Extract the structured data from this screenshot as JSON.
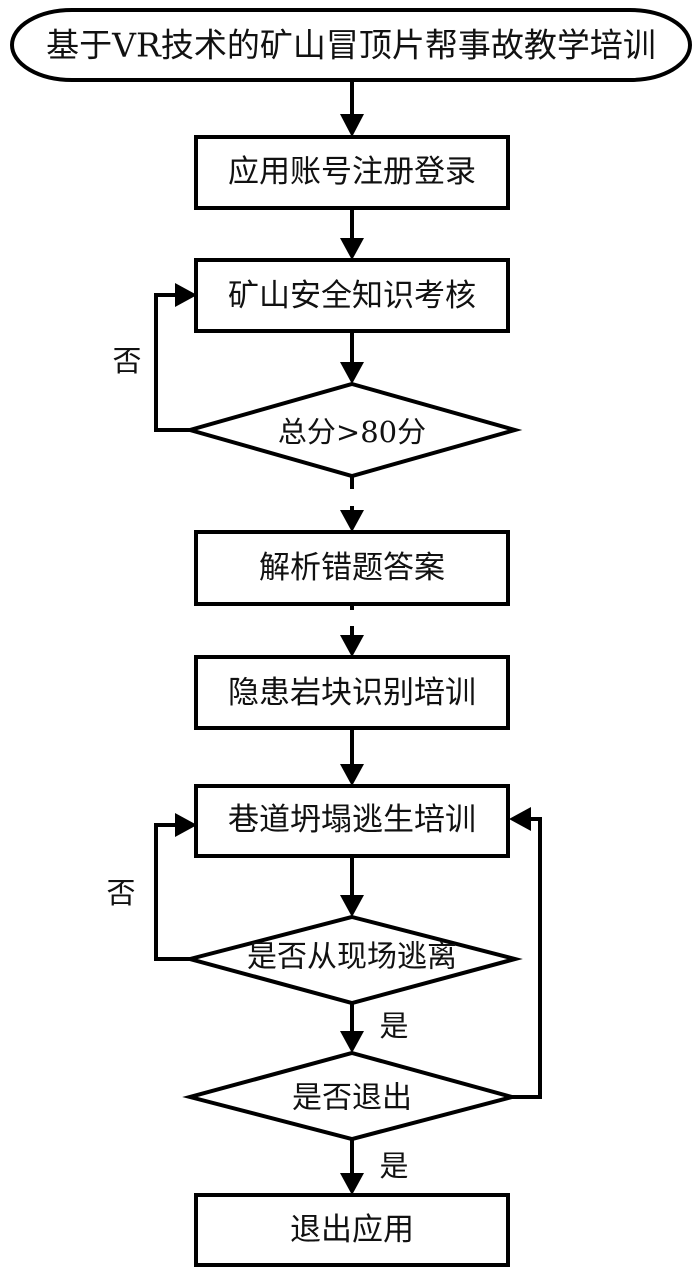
{
  "diagram": {
    "type": "flowchart",
    "nodes": [
      {
        "id": "start",
        "shape": "terminal",
        "label": "基于VR技术的矿山冒顶片帮事故教学培训"
      },
      {
        "id": "register",
        "shape": "process",
        "label": "应用账号注册登录"
      },
      {
        "id": "exam",
        "shape": "process",
        "label": "矿山安全知识考核"
      },
      {
        "id": "score_check",
        "shape": "decision",
        "label": "总分>80分"
      },
      {
        "id": "analyze",
        "shape": "process",
        "label": "解析错题答案"
      },
      {
        "id": "rock_training",
        "shape": "process",
        "label": "隐患岩块识别培训"
      },
      {
        "id": "escape_training",
        "shape": "process",
        "label": "巷道坍塌逃生培训"
      },
      {
        "id": "escaped_check",
        "shape": "decision",
        "label": "是否从现场逃离"
      },
      {
        "id": "exit_check",
        "shape": "decision",
        "label": "是否退出"
      },
      {
        "id": "exit_app",
        "shape": "process",
        "label": "退出应用"
      }
    ],
    "edges": [
      {
        "from": "start",
        "to": "register",
        "label": ""
      },
      {
        "from": "register",
        "to": "exam",
        "label": ""
      },
      {
        "from": "exam",
        "to": "score_check",
        "label": ""
      },
      {
        "from": "score_check",
        "to": "exam",
        "label": "否"
      },
      {
        "from": "score_check",
        "to": "analyze",
        "label": ""
      },
      {
        "from": "analyze",
        "to": "rock_training",
        "label": ""
      },
      {
        "from": "rock_training",
        "to": "escape_training",
        "label": ""
      },
      {
        "from": "escape_training",
        "to": "escaped_check",
        "label": ""
      },
      {
        "from": "escaped_check",
        "to": "escape_training",
        "label": "否"
      },
      {
        "from": "escaped_check",
        "to": "exit_check",
        "label": "是"
      },
      {
        "from": "exit_check",
        "to": "escape_training",
        "label": ""
      },
      {
        "from": "exit_check",
        "to": "exit_app",
        "label": "是"
      }
    ]
  }
}
